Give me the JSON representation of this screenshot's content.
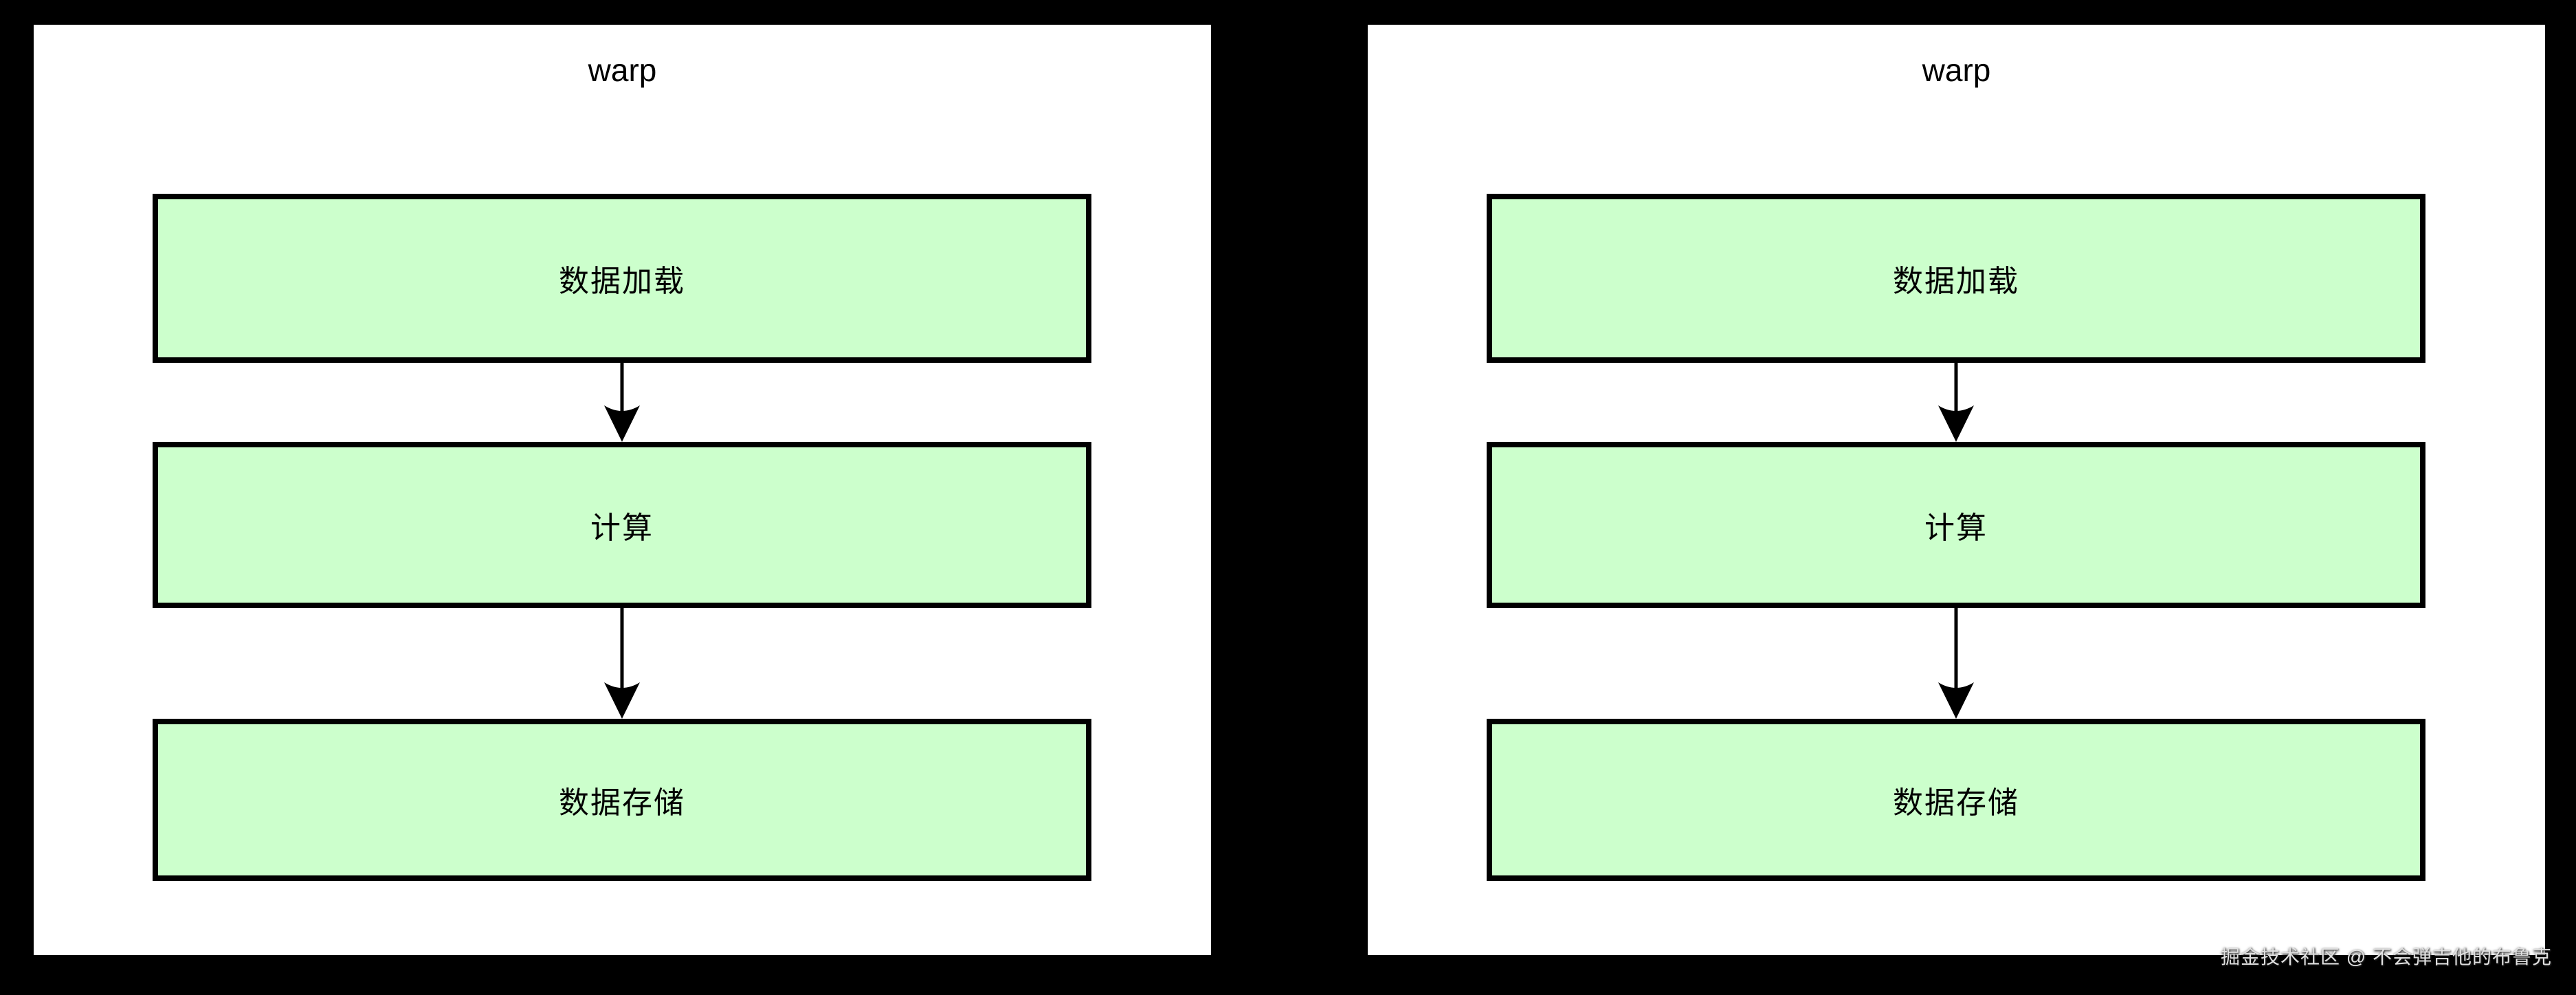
{
  "page": {
    "watermark": "掘金技术社区 @ 不会弹吉他的布鲁克"
  },
  "colors": {
    "canvas_bg": "#000000",
    "panel_bg": "#ffffff",
    "node_fill": "#ccffcc",
    "node_border": "#000000",
    "text": "#000000",
    "watermark_text": "#e0e0e0"
  },
  "diagram": {
    "type": "flowchart",
    "direction": "top-down",
    "panels": [
      {
        "title": "warp",
        "nodes": [
          {
            "label": "数据加载"
          },
          {
            "label": "计算"
          },
          {
            "label": "数据存储"
          }
        ],
        "edges": [
          {
            "from": "数据加载",
            "to": "计算",
            "style": "arrow-down"
          },
          {
            "from": "计算",
            "to": "数据存储",
            "style": "arrow-down"
          }
        ]
      },
      {
        "title": "warp",
        "nodes": [
          {
            "label": "数据加载"
          },
          {
            "label": "计算"
          },
          {
            "label": "数据存储"
          }
        ],
        "edges": [
          {
            "from": "数据加载",
            "to": "计算",
            "style": "arrow-down"
          },
          {
            "from": "计算",
            "to": "数据存储",
            "style": "arrow-down"
          }
        ]
      }
    ]
  }
}
